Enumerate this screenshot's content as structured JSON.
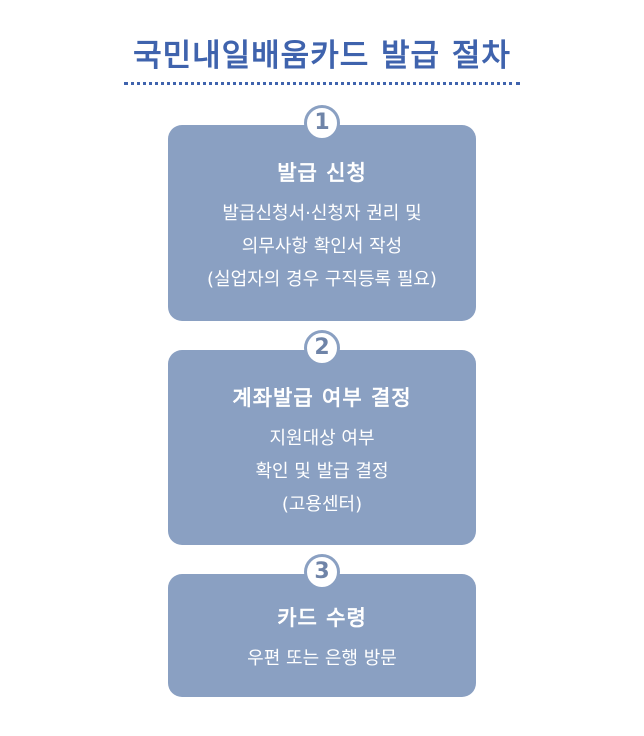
{
  "title": "국민내일배움카드 발급 절차",
  "steps": [
    {
      "number": "1",
      "title": "발급 신청",
      "lines": [
        "발급신청서·신청자 권리 및",
        "의무사항 확인서 작성",
        "(실업자의 경우 구직등록 필요)"
      ]
    },
    {
      "number": "2",
      "title": "계좌발급 여부 결정",
      "lines": [
        "지원대상 여부",
        "확인 및 발급 결정",
        "(고용센터)"
      ]
    },
    {
      "number": "3",
      "title": "카드 수령",
      "lines": [
        "우편 또는 은행 방문"
      ]
    }
  ]
}
